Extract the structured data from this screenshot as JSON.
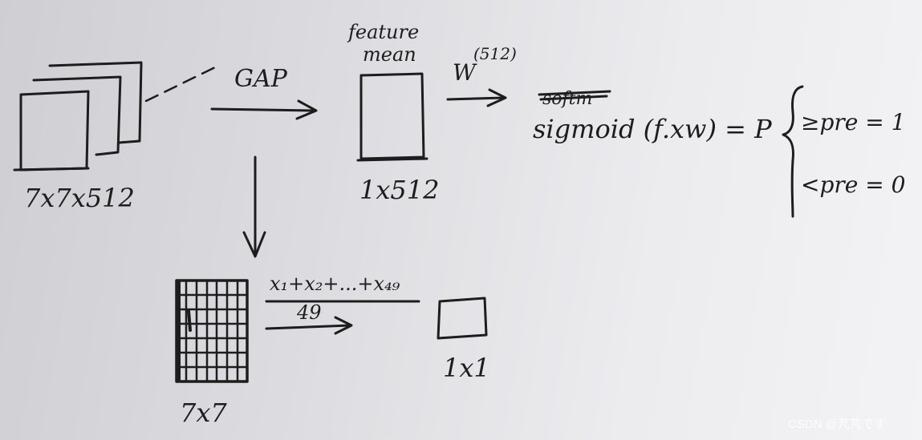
{
  "labels": {
    "stack_dims": "7x7x512",
    "gap": "GAP",
    "feature_line1": "feature",
    "feature_line2": "mean",
    "vector_dims": "1x512",
    "weight": "W",
    "weight_sup": "(512)",
    "crossed_word": "softm",
    "sigmoid_expr": "sigmoid (f.xw) = P",
    "case_ge": "≥pre = 1",
    "case_lt": "<pre = 0",
    "grid_dims": "7x7",
    "avg_numerator": "x₁+x₂+...+x₄₉",
    "avg_denominator": "49",
    "scalar_dims": "1x1"
  },
  "watermark": "CSDN @芃芃です",
  "colors": {
    "ink": "#1d1d1d"
  }
}
